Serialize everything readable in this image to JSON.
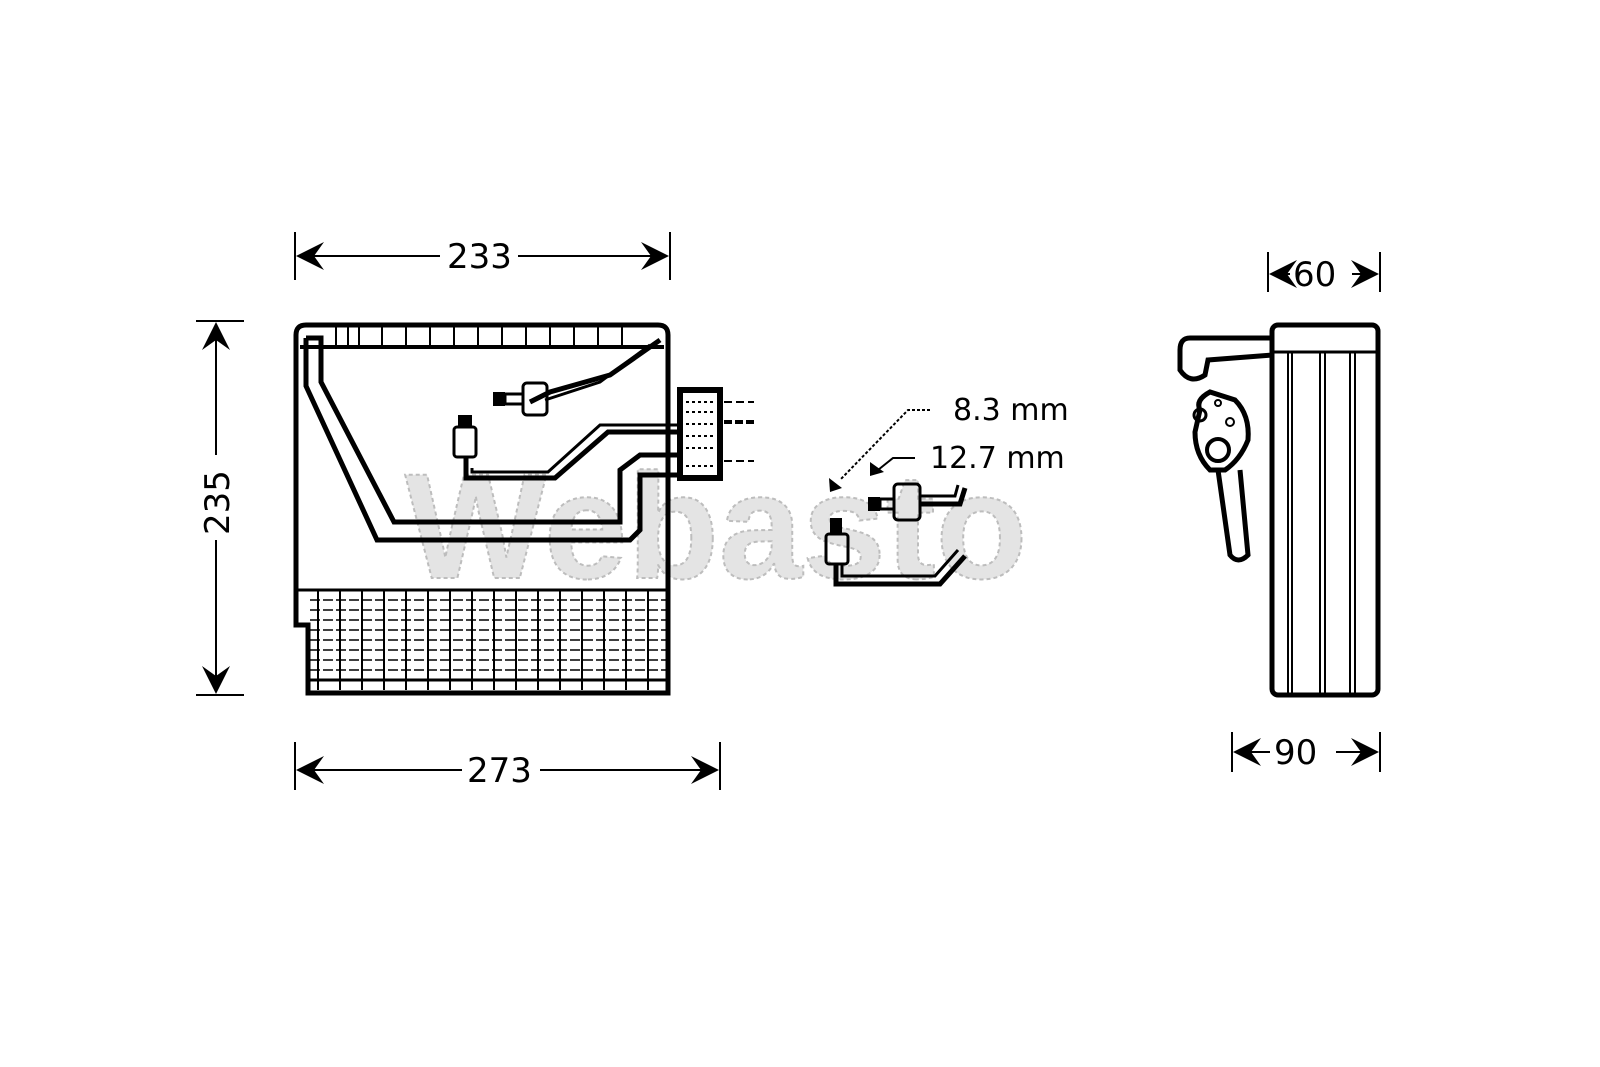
{
  "diagram": {
    "type": "technical-drawing",
    "subject": "A/C evaporator core with dimensions",
    "units": "mm",
    "dimensions": {
      "top_width": "233",
      "height": "235",
      "bottom_width": "273",
      "side_top_depth": "60",
      "side_bottom_depth": "90"
    },
    "pipe_sizes": {
      "small": "8.3 mm",
      "large": "12.7 mm"
    },
    "watermark": "Webasto",
    "colors": {
      "line": "#000000",
      "background": "#ffffff",
      "watermark": "#d9d9d9"
    }
  }
}
